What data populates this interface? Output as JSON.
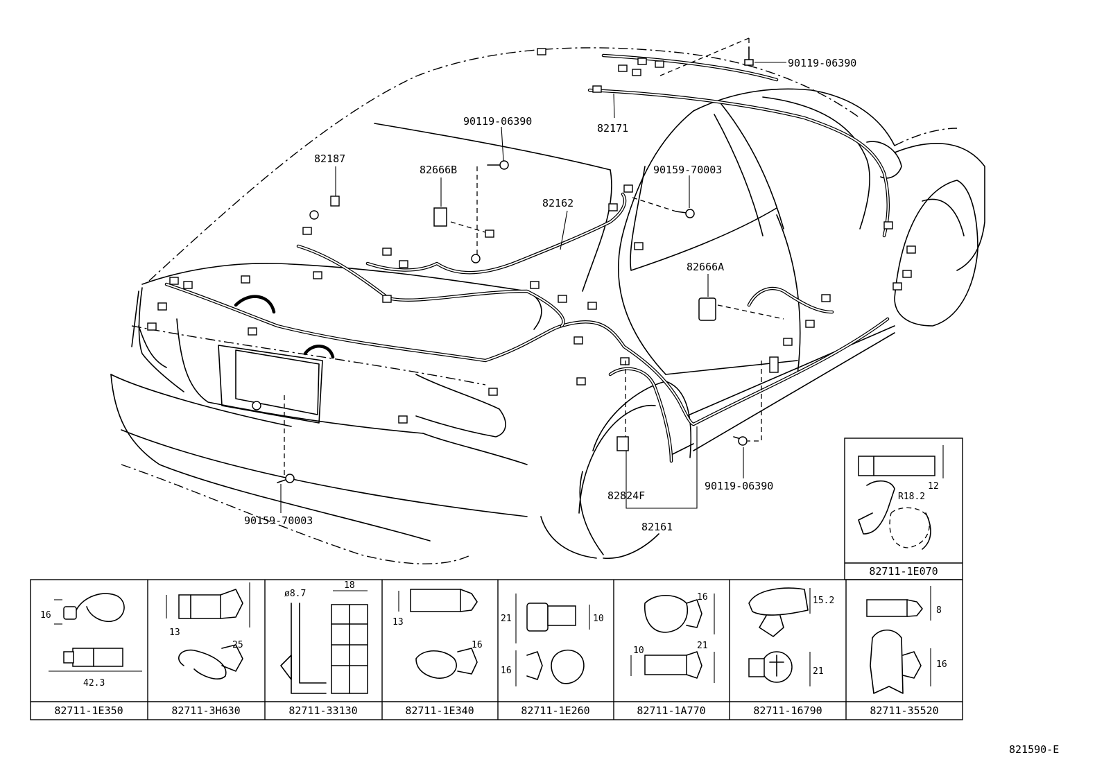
{
  "callouts": {
    "c1": "90119-06390",
    "c2": "82171",
    "c3": "90119-06390",
    "c4": "82187",
    "c5": "82666B",
    "c6": "82162",
    "c7": "90159-70003",
    "c8": "82666A",
    "c9": "90119-06390",
    "c10": "82824F",
    "c11": "82161",
    "c12": "90159-70003"
  },
  "clip_table": {
    "cells": [
      {
        "part": "82711-1E350",
        "dims": [
          "16",
          "42.3"
        ]
      },
      {
        "part": "82711-3H630",
        "dims": [
          "13",
          "25"
        ]
      },
      {
        "part": "82711-33130",
        "dims": [
          "ø8.7",
          "18"
        ]
      },
      {
        "part": "82711-1E340",
        "dims": [
          "13",
          "16"
        ]
      },
      {
        "part": "82711-1E260",
        "dims": [
          "21",
          "10",
          "16"
        ]
      },
      {
        "part": "82711-1A770",
        "dims": [
          "16",
          "10",
          "21"
        ]
      },
      {
        "part": "82711-16790",
        "dims": [
          "15.2",
          "21"
        ]
      },
      {
        "part": "82711-35520",
        "dims": [
          "8",
          "16"
        ]
      }
    ],
    "extra": {
      "part": "82711-1E070",
      "dims": [
        "12",
        "R18.2"
      ]
    }
  },
  "drawing_number": "821590-E"
}
